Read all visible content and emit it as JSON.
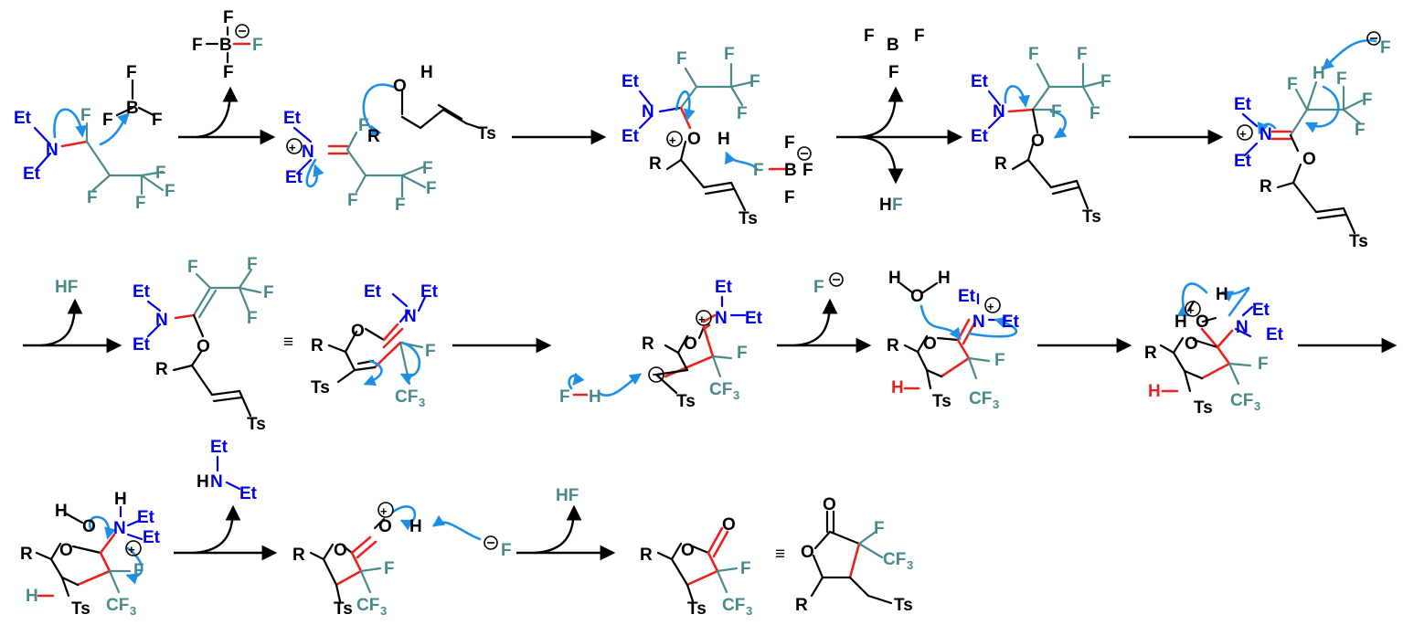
{
  "colors": {
    "carbon": "#000000",
    "nitrogen": "#0000e6",
    "fluorine_group": "#4a8a8a",
    "arrow_push": "#1e8fe6",
    "new_bond": "#e8231f"
  },
  "labels": {
    "Et": "Et",
    "N": "N",
    "F": "F",
    "B": "B",
    "O": "O",
    "H": "H",
    "R": "R",
    "Ts": "Ts",
    "HF": "HF",
    "CF": "CF",
    "sub3": "3",
    "equiv": "≡",
    "minus": "−",
    "plus": "+"
  }
}
